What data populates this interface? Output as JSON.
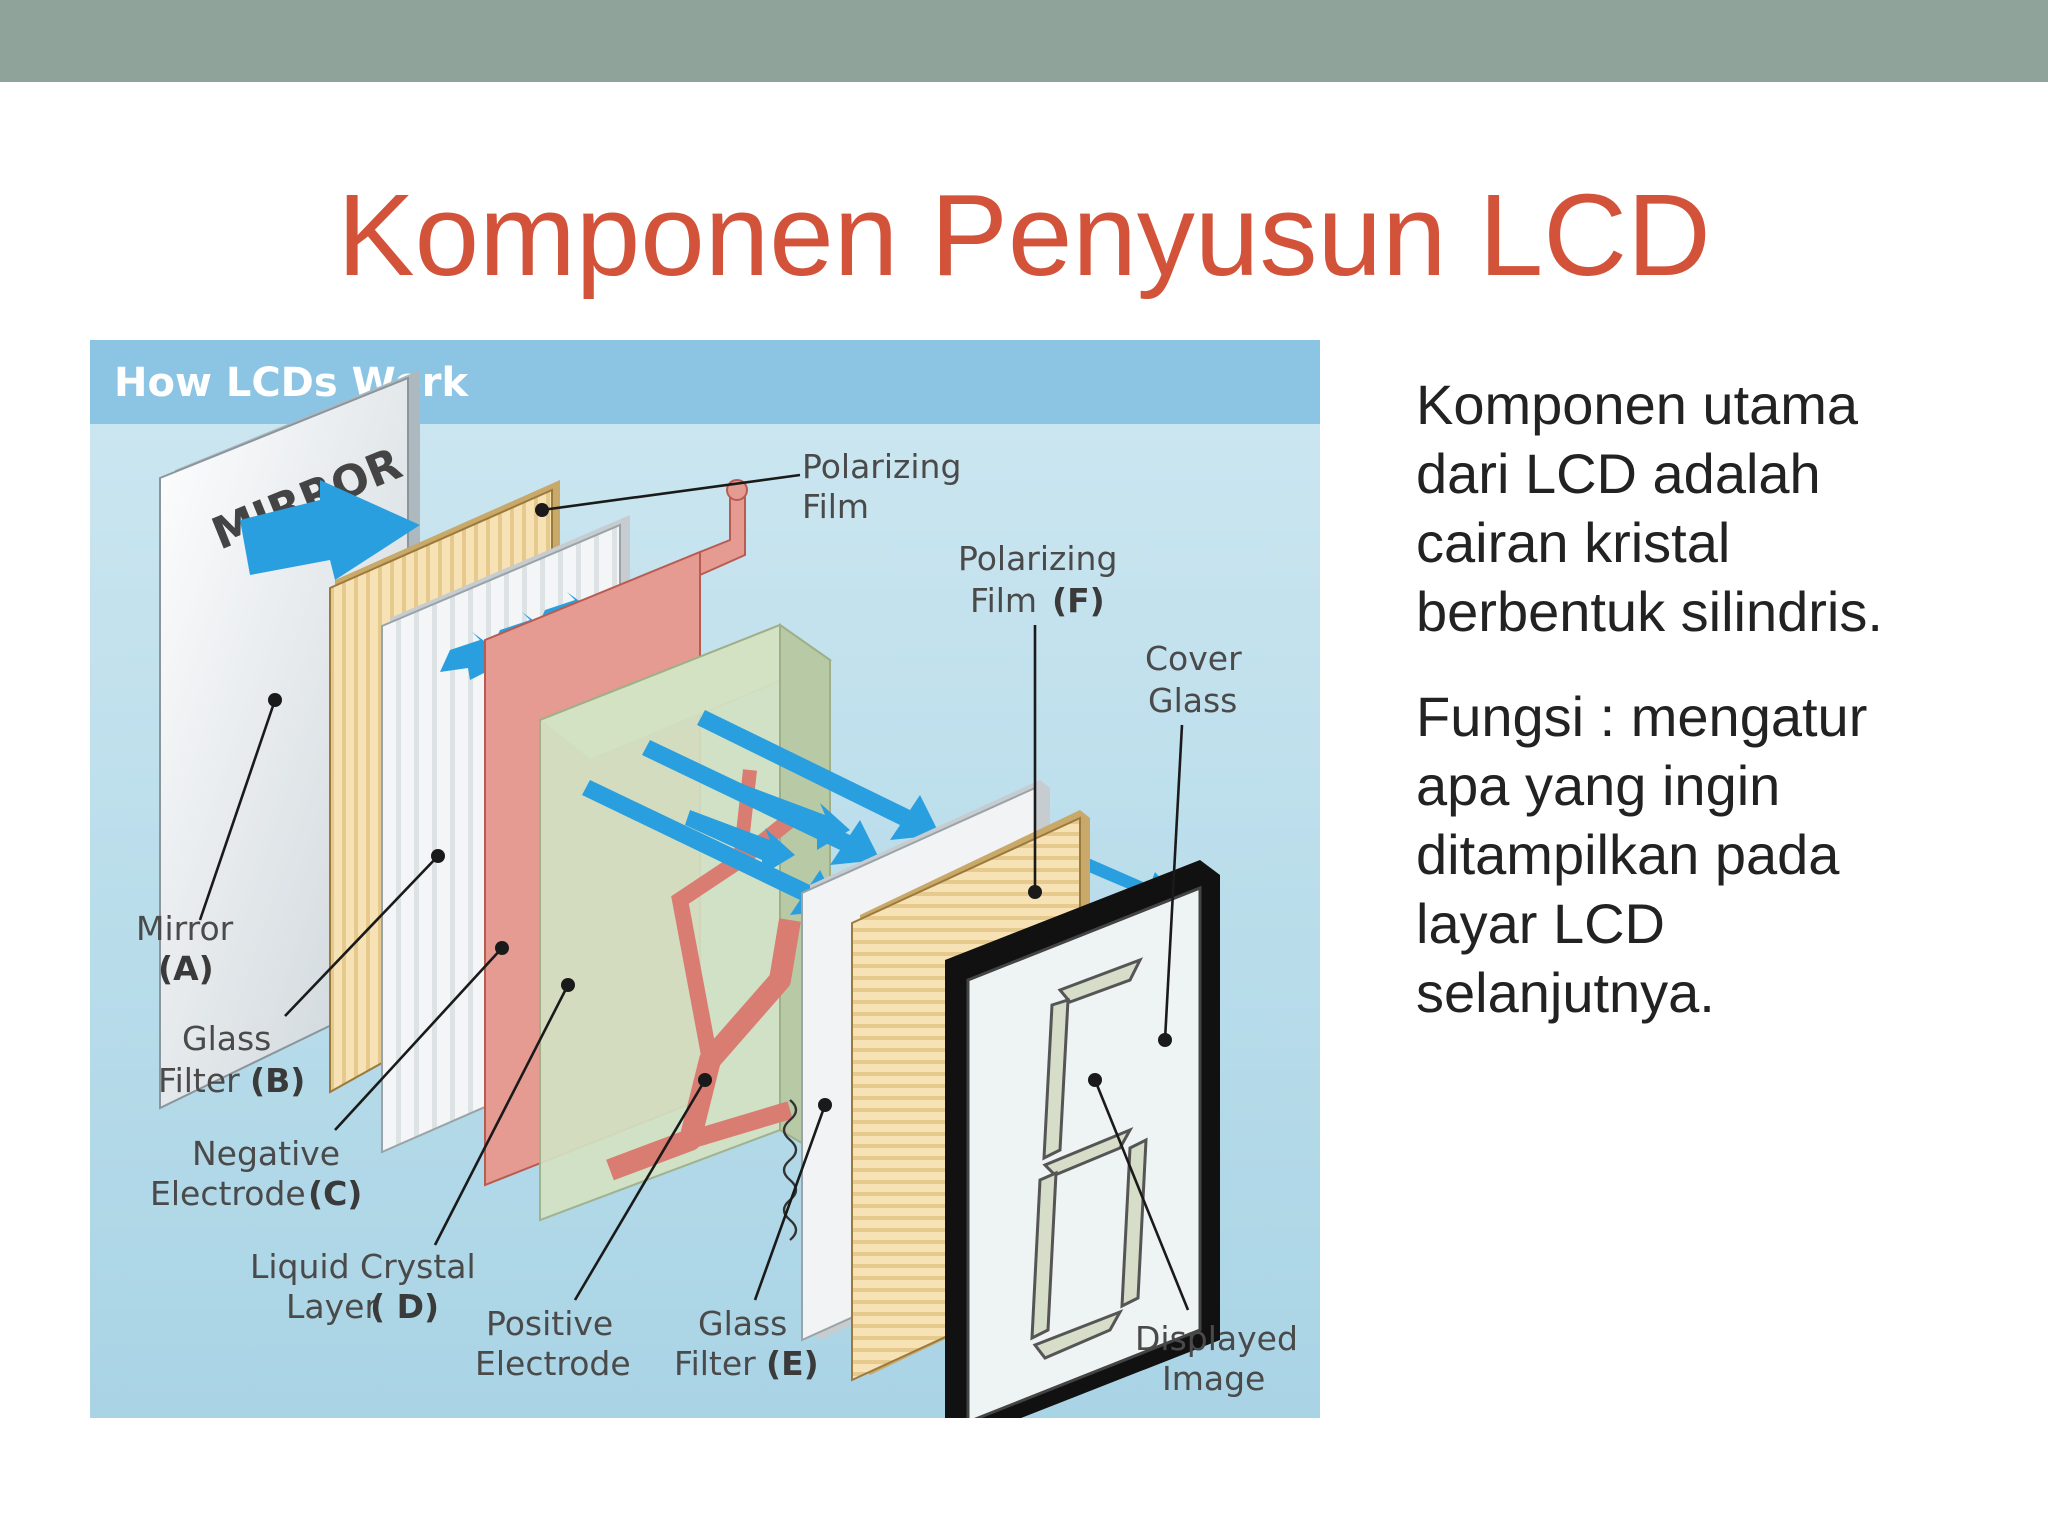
{
  "slide": {
    "title": "Komponen Penyusun LCD",
    "paragraphs": [
      "Komponen utama\ndari LCD adalah\ncairan kristal\nberbentuk silindris.",
      "Fungsi : mengatur\napa yang ingin\nditampilkan pada\nlayar LCD\nselanjutnya."
    ]
  },
  "figure": {
    "header": "How LCDs Work",
    "mirror_text": "MIRROR",
    "labels": {
      "polarizing_film_top_1": "Polarizing",
      "polarizing_film_top_2": "Film",
      "polarizing_f_1": "Polarizing",
      "polarizing_f_2": "Film",
      "polarizing_f_code": "(F)",
      "cover_glass_1": "Cover",
      "cover_glass_2": "Glass",
      "mirror_1": "Mirror",
      "mirror_code": "(A)",
      "glass_b_1": "Glass",
      "glass_b_2": "Filter",
      "glass_b_code": "(B)",
      "neg_1": "Negative",
      "neg_2": "Electrode",
      "neg_code": "(C)",
      "lc_1": "Liquid Crystal",
      "lc_2": "Layer",
      "lc_code": "( D)",
      "pos_1": "Positive",
      "pos_2": "Electrode",
      "glass_e_1": "Glass",
      "glass_e_2": "Filter",
      "glass_e_code": "(E)",
      "disp_1": "Displayed",
      "disp_2": "Image"
    },
    "colors": {
      "title": "#d2533a",
      "topbar": "#8fa39a",
      "header_band": "#8cc4e4",
      "background": "#bfe0ec",
      "arrows": "#2a9fdf"
    }
  }
}
